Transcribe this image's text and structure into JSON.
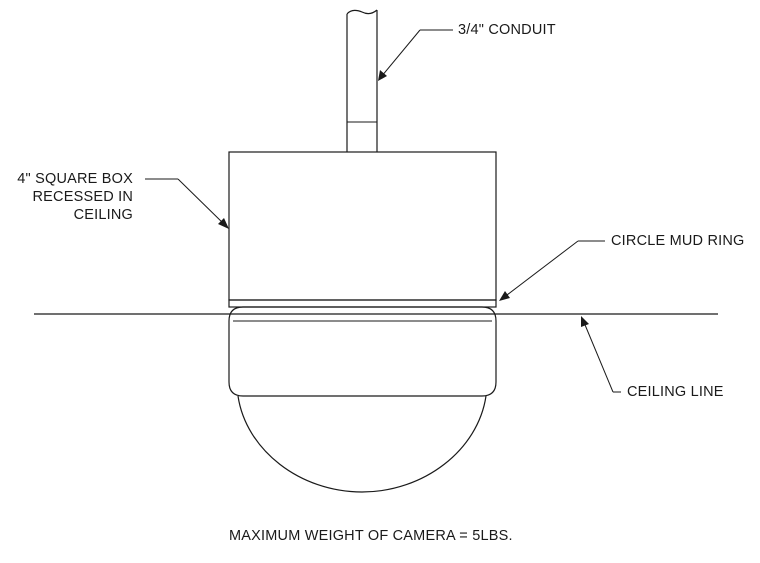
{
  "labels": {
    "conduit": "3/4\" CONDUIT",
    "box_line1": "4\" SQUARE BOX",
    "box_line2": "RECESSED IN",
    "box_line3": "CEILING",
    "mud_ring": "CIRCLE MUD RING",
    "ceiling_line": "CEILING LINE",
    "footer": "MAXIMUM WEIGHT OF CAMERA = 5LBS."
  }
}
